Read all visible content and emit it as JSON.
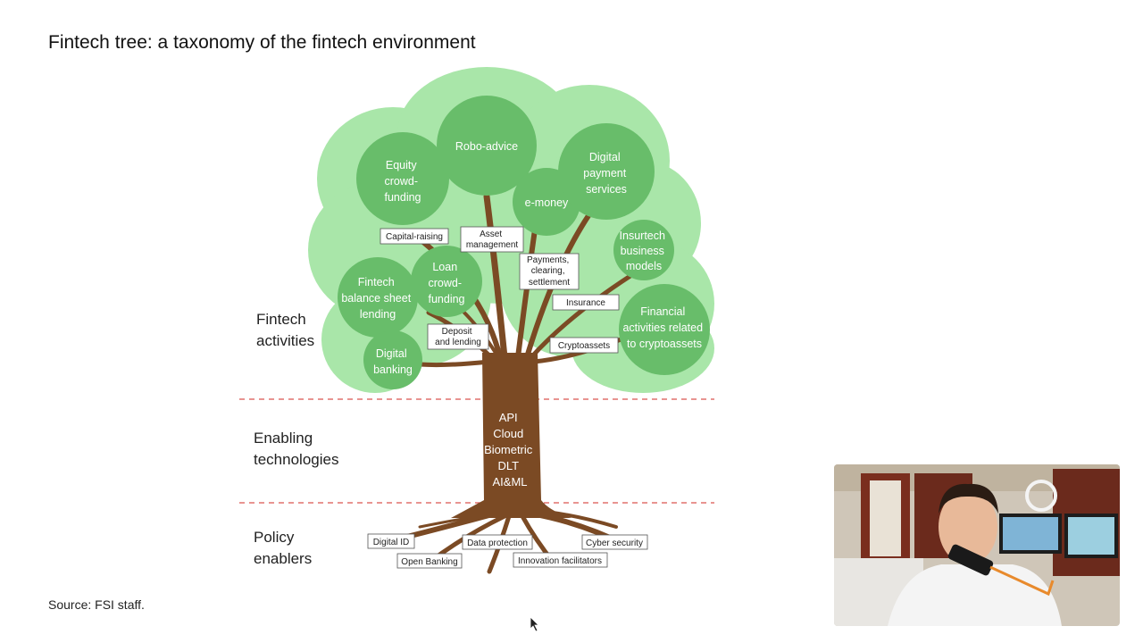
{
  "title": "Fintech tree: a taxonomy of the fintech environment",
  "source": "Source: FSI staff.",
  "layers": {
    "activities": [
      "Fintech",
      "activities"
    ],
    "technologies": [
      "Enabling",
      "technologies"
    ],
    "policy": [
      "Policy",
      "enablers"
    ]
  },
  "canopy_nodes": {
    "equity": [
      "Equity",
      "crowd-",
      "funding"
    ],
    "robo": [
      "Robo-advice"
    ],
    "emoney": [
      "e-money"
    ],
    "digital_payment": [
      "Digital",
      "payment",
      "services"
    ],
    "insurtech": [
      "Insurtech",
      "business",
      "models"
    ],
    "fintech_bs": [
      "Fintech",
      "balance sheet",
      "lending"
    ],
    "loan": [
      "Loan",
      "crowd-",
      "funding"
    ],
    "financial": [
      "Financial",
      "activities related",
      "to cryptoassets"
    ],
    "digital_banking": [
      "Digital",
      "banking"
    ]
  },
  "branch_labels": {
    "capital": [
      "Capital-raising"
    ],
    "asset": [
      "Asset",
      "management"
    ],
    "payments": [
      "Payments,",
      "clearing,",
      "settlement"
    ],
    "insurance": [
      "Insurance"
    ],
    "deposit": [
      "Deposit",
      "and lending"
    ],
    "crypto": [
      "Cryptoassets"
    ]
  },
  "trunk_text": [
    "API",
    "Cloud",
    "Biometric",
    "DLT",
    "AI&ML"
  ],
  "root_labels": {
    "digital_id": [
      "Digital ID"
    ],
    "data_protection": [
      "Data protection"
    ],
    "cyber": [
      "Cyber security"
    ],
    "open_banking": [
      "Open Banking"
    ],
    "innovation": [
      "Innovation facilitators"
    ]
  },
  "colors": {
    "canopy_light": "#a9e6a9",
    "canopy_dark": "#68bd6a",
    "trunk": "#7b4a24",
    "divider": "#d9534f"
  }
}
